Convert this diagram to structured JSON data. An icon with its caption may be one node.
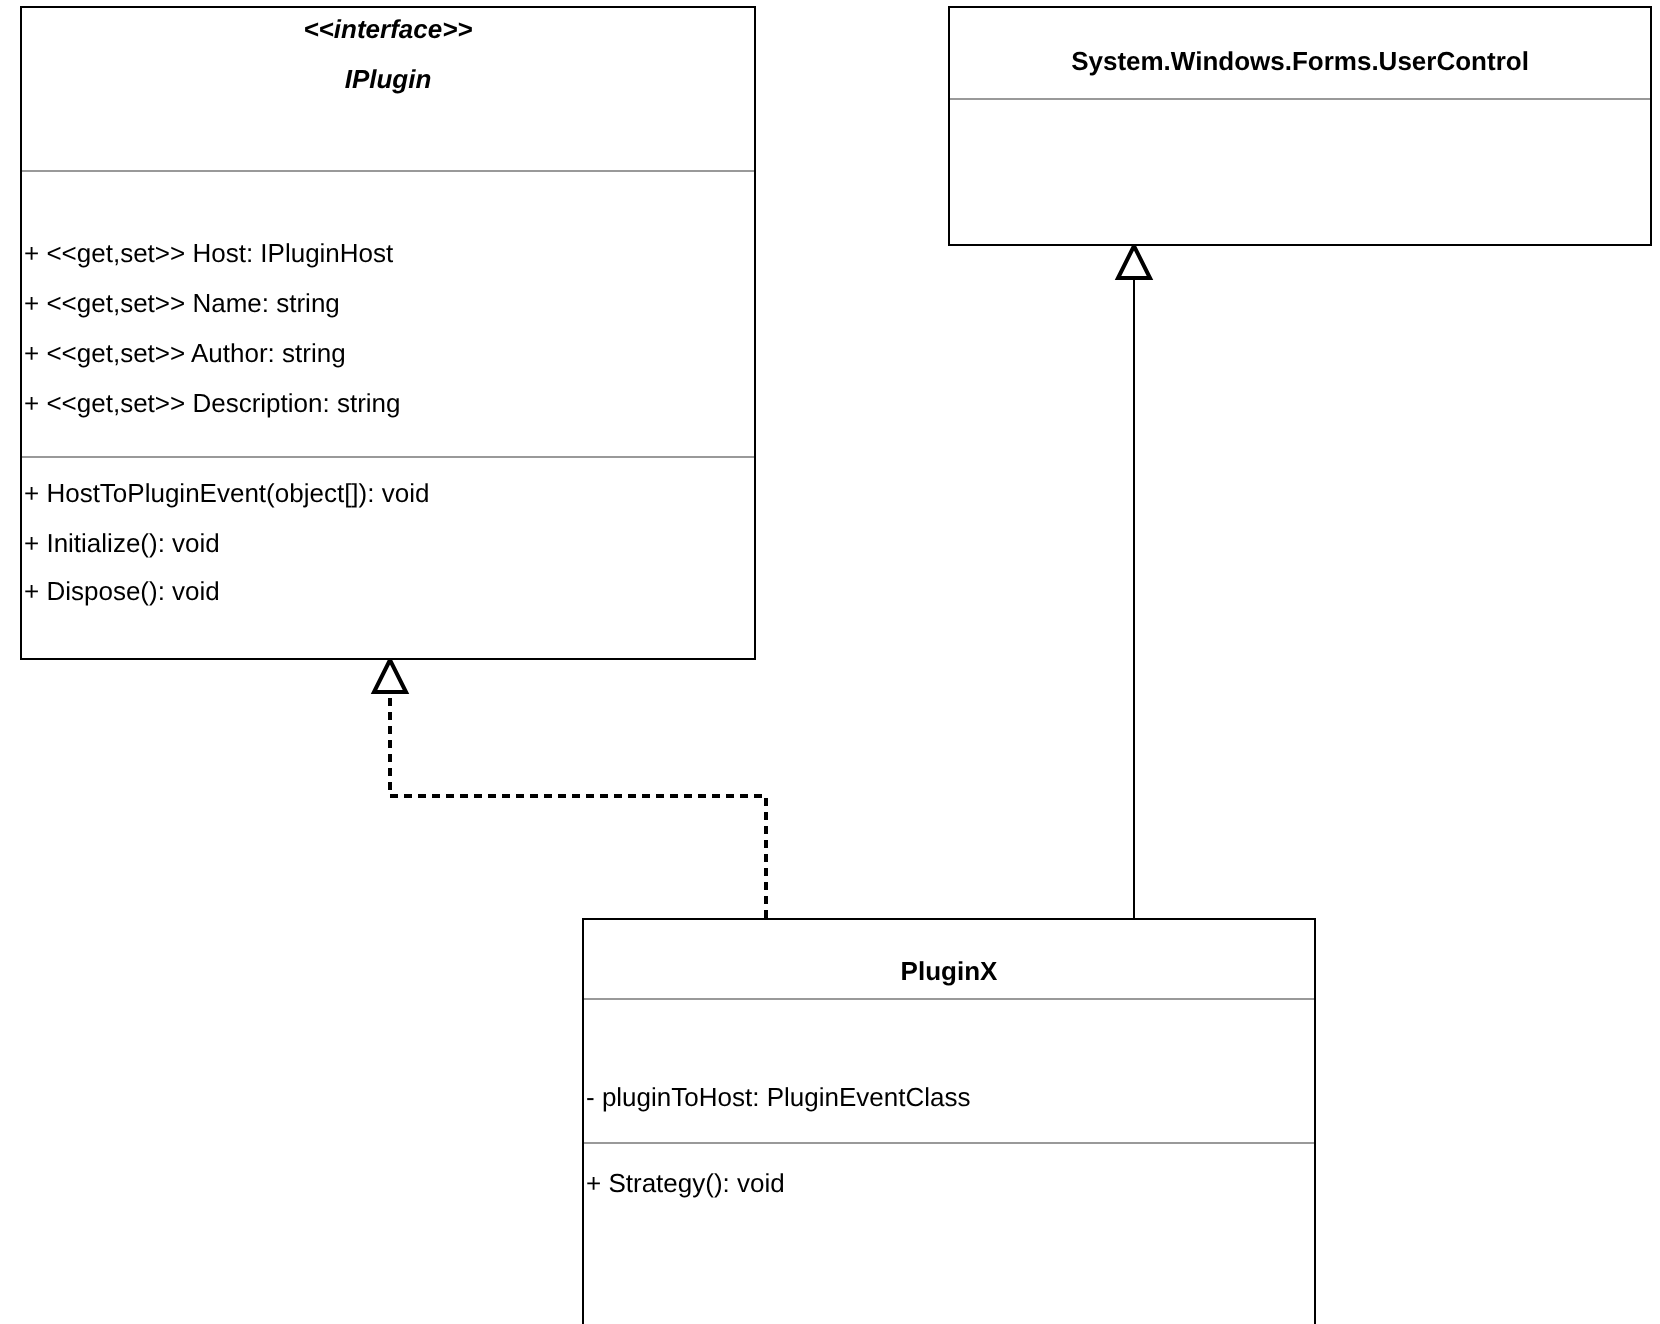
{
  "diagram": {
    "nodes": [
      {
        "text": [
          "<<interface>>",
          "IPlugin",
          "+ <<get,set>> Host: IPluginHost",
          "+ <<get,set>> Name: string",
          "+ <<get,set>> Author: string",
          "+ <<get,set>> Description: string",
          "+ HostToPluginEvent(object[]): void",
          "+ Initialize(): void",
          "+ Dispose(): void"
        ]
      },
      {
        "text": [
          "System.Windows.Forms.UserControl"
        ]
      },
      {
        "text": [
          "PluginX",
          "- pluginToHost: PluginEventClass",
          "+ Strategy(): void"
        ]
      }
    ],
    "edges": [
      {
        "from": 2,
        "to": 0,
        "arrow": "to",
        "style": "dashed"
      },
      {
        "from": 2,
        "to": 1,
        "arrow": "to"
      }
    ]
  }
}
